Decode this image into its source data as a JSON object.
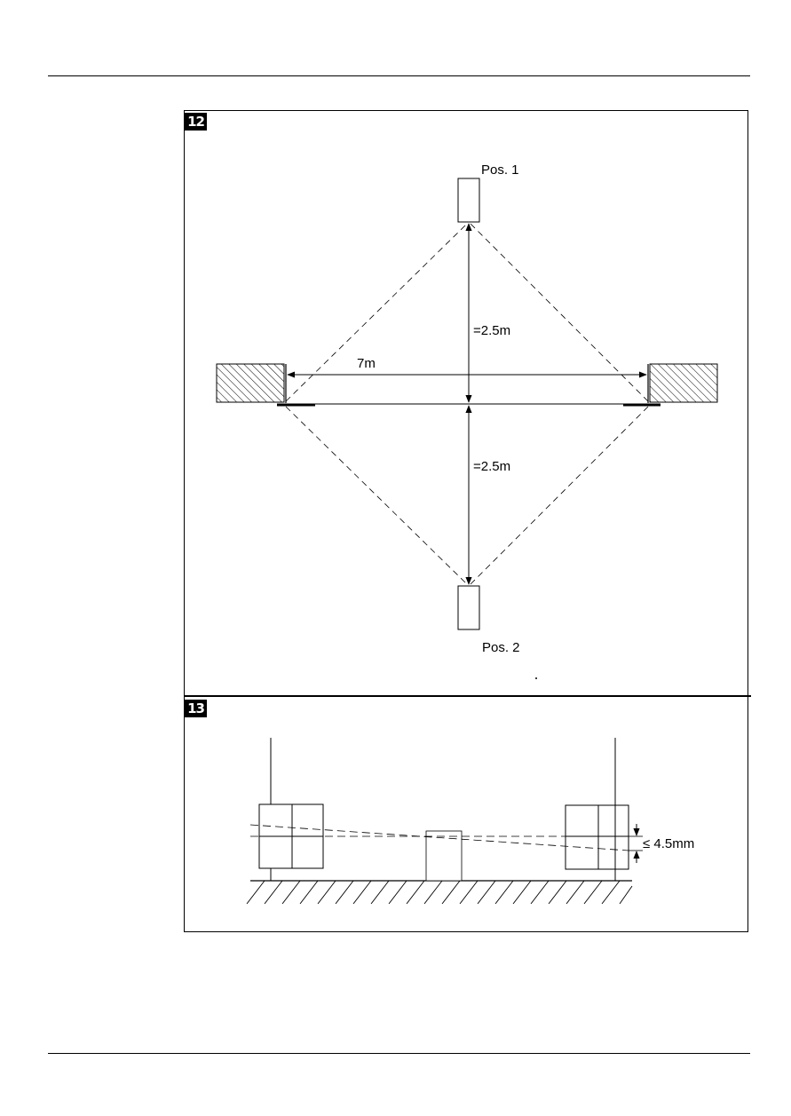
{
  "figure_12": {
    "number": "12",
    "label_pos1": "Pos. 1",
    "label_pos2": "Pos. 2",
    "label_width": "7m",
    "label_dist_upper": "=2.5m",
    "label_dist_lower": "=2.5m"
  },
  "figure_13": {
    "number": "13",
    "label_tolerance": "≤ 4.5mm"
  }
}
